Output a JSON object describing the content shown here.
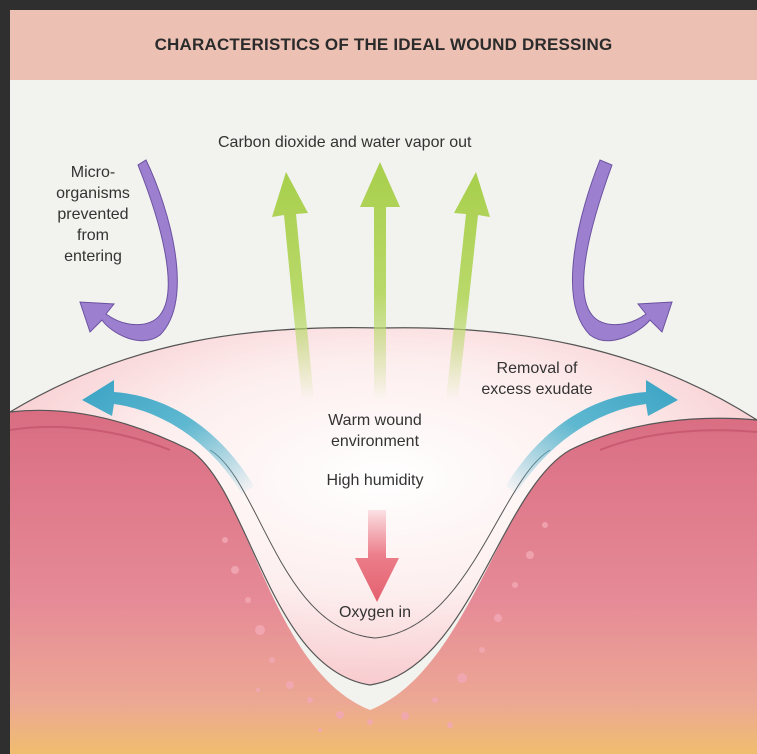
{
  "figure": {
    "title": "CHARACTERISTICS OF THE IDEAL WOUND DRESSING",
    "labels": {
      "carbon_dioxide": "Carbon dioxide and water vapor out",
      "microorganisms_1": "Micro-",
      "microorganisms_2": "organisms",
      "microorganisms_3": "prevented",
      "microorganisms_4": "from",
      "microorganisms_5": "entering",
      "removal_1": "Removal of",
      "removal_2": "excess exudate",
      "warm_1": "Warm wound",
      "warm_2": "environment",
      "humidity": "High humidity",
      "oxygen": "Oxygen in"
    },
    "colors": {
      "title_bar": "#ecc1b4",
      "tissue": "#e07c8c",
      "gas_arrows": "#b9d96a",
      "microorganism_arrows": "#9d7fcf",
      "exudate_arrows": "#5fb8d0",
      "oxygen_arrow": "#ec7d8a"
    }
  }
}
